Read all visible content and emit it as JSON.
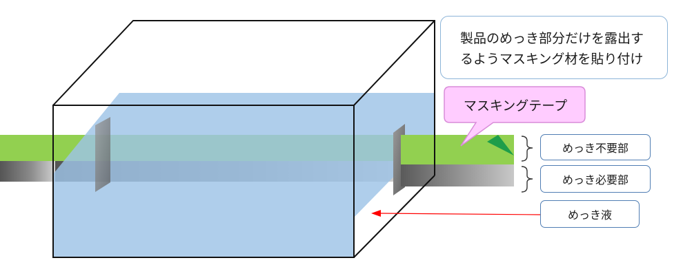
{
  "note": {
    "line1": "製品のめっき部分だけを露出す",
    "line2": "るようマスキング材を貼り付け"
  },
  "tape_label": "マスキングテープ",
  "tags": {
    "unneeded": "めっき不要部",
    "needed": "めっき必要部",
    "liquid": "めっき液"
  },
  "colors": {
    "tape_green": "#92d050",
    "liquid_blue": "#9dc3e6",
    "callout_fill": "#ffccff",
    "callout_border": "#d98cd9",
    "arrow_red": "#ff0000",
    "tag_border": "#4f7db3",
    "note_border": "#8cb4d8"
  }
}
